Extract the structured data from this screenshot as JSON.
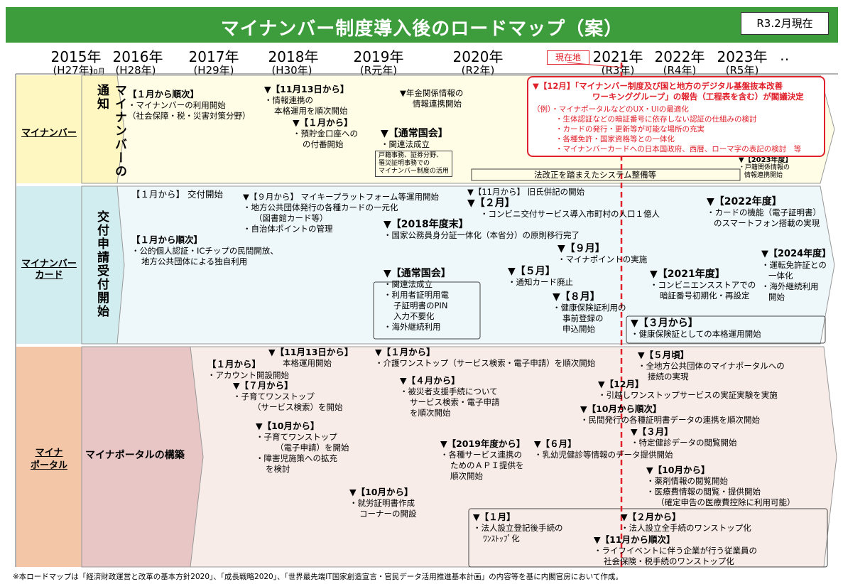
{
  "header": {
    "title": "マイナンバー制度導入後のロードマップ（案）",
    "date": "R3.2月現在"
  },
  "timeline": {
    "years": [
      "2015年",
      "2016年",
      "2017年",
      "2018年",
      "2019年",
      "2020年",
      "2021年",
      "2022年",
      "2023年"
    ],
    "eras": [
      "(H27年)",
      "(H28年)",
      "(H29年)",
      "(H30年)",
      "(R元年)",
      "(R2年)",
      "(R3年)",
      "(R4年)",
      "(R5年)"
    ],
    "month_label": "10月",
    "continuation": "‥",
    "current_marker": "現在地"
  },
  "rows": {
    "mynumber": {
      "label": "マイナンバー",
      "phase": "マイナンバーの通知"
    },
    "card": {
      "label1": "マイナンバー",
      "label2": "カード",
      "phase": "交付申請受付開始"
    },
    "portal": {
      "label1": "マイナ",
      "label2": "ポータル",
      "phase": "マイナポータルの構築"
    }
  },
  "row1": {
    "a_h": "【１月から順次】",
    "a1": "・マイナンバーの利用開始",
    "a2": "（社会保障・税・災害対策分野）",
    "b_h": "▼【11月13日から】",
    "b1": "・情報連携の",
    "b2": "本格運用を順次開始",
    "c_h": "▼【１月から】",
    "c1": "・預貯金口座への",
    "c2": "の付番開始",
    "d1": "▼年金関係情報の",
    "d2": "情報連携開始",
    "e_h": "▼【通常国会】",
    "e1": "・関連法成立",
    "e_s1": "戸籍事務、証券分野、",
    "e_s2": "罹災証明事務での",
    "e_s3": "マイナンバー制度の活用",
    "f1": "法改正を踏まえたシステム整備等",
    "g_h": "▼【2023年度】",
    "g1": "・戸籍関係情報の",
    "g2": "情報連携開始"
  },
  "redbox": {
    "h1": "▼【12月】「マイナンバー制度及び国と地方のデジタル基盤抜本改善",
    "h2": "ワーキンググループ」の報告（工程表を含む）が閣議決定",
    "l1": "（例）・マイナポータルなどのUX・UIの最適化",
    "l2": "・生体認証などの暗証番号に依存しない認証の仕組みの検討",
    "l3": "・カードの発行・更新等が可能な場所の充実",
    "l4": "・各種免許・国家資格等との一体化",
    "l5": "・マイナンバーカードへの日本国政府、西暦、ローマ字の表記の検討　等"
  },
  "row2": {
    "a": "【１月から】 交付開始",
    "b_h": "【１月から順次】",
    "b1": "・公的個人認証・ICチップの民間開放、",
    "b2": "地方公共団体による独自利用",
    "c1": "▼【９月から】 マイキープラットフォーム等運用開始",
    "c2": "・地方公共団体発行の各種カードの一元化",
    "c3": "（図書館カード等）",
    "c4": "・自治体ポイントの管理",
    "d_h": "▼【2018年度末】",
    "d1": "・国家公務員身分証一体化（本省分）の原則移行完了",
    "e_h": "▼【通常国会】",
    "e1": "・関連法成立",
    "e2": "・利用者証明用電",
    "e3": "子証明書のPIN",
    "e4": "入力不要化",
    "e5": "・海外継続利用",
    "f1": "▼【11月から】 旧氏併記の開始",
    "f2": "▼【２月】",
    "f3": "・コンビニ交付サービス導入市町村の人口１億人",
    "g_h": "▼【９月】",
    "g1": "・マイナポイントの実施",
    "h_h": "▼【５月】",
    "h1": "・通知カード廃止",
    "i_h": "▼【８月】",
    "i1": "・健康保険証利用の",
    "i2": "事前登録の",
    "i3": "申込開始",
    "j_h": "▼【2021年度】",
    "j1": "・コンビニエンスストアでの",
    "j2": "暗証番号初期化・再設定",
    "k_h": "▼【３月から】",
    "k1": "・健康保険証としての本格運用開始",
    "l_h": "▼【2022年度】",
    "l1": "・カードの機能（電子証明書）",
    "l2": "のスマートフォン搭載の実現",
    "m_h": "▼【2024年度】",
    "m1": "・運転免許証との",
    "m2": "一体化",
    "m3": "・海外継続利用",
    "m4": "開始"
  },
  "row3": {
    "a_h": "【１月から】",
    "a1": "・アカウント開設開始",
    "b_h": "▼【11月13日から】",
    "b1": "本格運用開始",
    "c_h": "▼【７月から】",
    "c1": "・子育てワンストップ",
    "c2": "（サービス検索）を開始",
    "d_h": "▼【10月から】",
    "d1": "・子育てワンストップ",
    "d2": "（電子申請）を開始",
    "d3": "・障害児施策への拡充",
    "d4": "を検討",
    "e_h": "▼【10月から】",
    "e1": "・就労証明書作成",
    "e2": "コーナーの開設",
    "f_h": "▼【１月から】",
    "f1": "・介護ワンストップ（サービス検索・電子申請）を順次開始",
    "g_h": "▼【４月から】",
    "g1": "・被災者支援手続について",
    "g2": "サービス検索・電子申請",
    "g3": "を順次開始",
    "h_h": "▼【2019年度から】",
    "h1": "・各種サービス連携の",
    "h2": "ためのＡＰＩ提供を",
    "h3": "順次開始",
    "i_h": "▼【６月】",
    "i1": "・乳幼児健診等情報のデータ提供開始",
    "j_h": "▼【５月頃】",
    "j1": "・全地方公共団体のマイナポータルへの",
    "j2": "接続の実現",
    "k_h": "▼【12月】",
    "k1": "・引越しワンストップサービスの実証実験を実施",
    "l_h": "▼【10月から順次】",
    "l1": "・民間発行の各種証明書データの連携を順次開始",
    "m_h": "▼【３月】",
    "m1": "・特定健診データの閲覧開始",
    "n_h": "▼【10月から】",
    "n1": "・薬剤情報の閲覧開始",
    "n2": "・医療費情報の閲覧・提供開始",
    "n3": "（確定申告の医療費控除に利用可能）",
    "o_h": "▼【１月】",
    "o1": "・法人設立登記後手続の",
    "o2": "ﾜﾝｽﾄｯﾌﾟ化",
    "p_h": "▼【２月から】",
    "p1": "・法人設立全手続のワンストップ化",
    "q_h": "▼【11月から順次】",
    "q1": "・ライフイベントに伴う企業が行う従業員の",
    "q2": "社会保険・税手続のワンストップ化"
  },
  "footnote": "※本ロードマップは「経済財政運営と改革の基本方針2020」、「成長戦略2020」、「世界最先端IT国家創造宣言・官民データ活用推進基本計画」の内容等を基に内閣官房において作成。",
  "colors": {
    "title_bg": "#3d9d3d",
    "accent_red": "#e0202a",
    "row1_bg": "#fff7c2",
    "row2_bg": "#d2edf0",
    "row3_bg": "#f2c6a6"
  }
}
